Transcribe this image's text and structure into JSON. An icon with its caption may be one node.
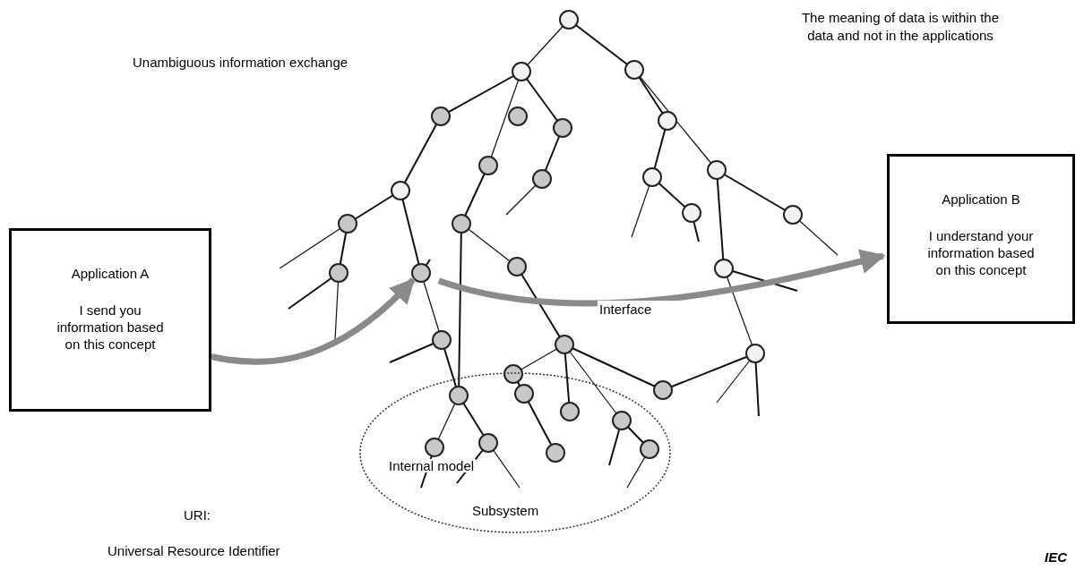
{
  "diagram": {
    "nodes": [
      {
        "text": [
          "Application A",
          "I send you information based on this concept"
        ]
      },
      {
        "text": [
          "Application B",
          "I understand your information based on this concept"
        ]
      },
      {
        "text": [],
        "shape": "circle"
      },
      {
        "text": [
          "Internal model",
          "Subsystem"
        ]
      }
    ],
    "edges": [
      {
        "from": 0,
        "to": 2,
        "arrow": "to"
      },
      {
        "from": 2,
        "to": 1,
        "arrow": "to"
      }
    ],
    "labels": [
      "Unambiguous information exchange",
      "The meaning of data is within the data and not in the applications",
      "Interface",
      "URI:",
      "Universal Resource Identifier",
      "IEC"
    ]
  }
}
